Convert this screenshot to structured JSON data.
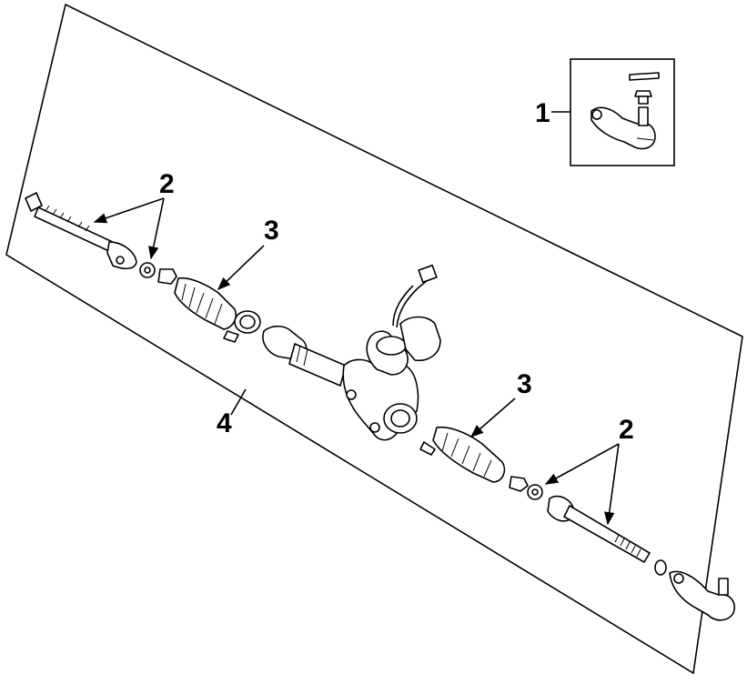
{
  "callouts": {
    "c1": "1",
    "c2_left": "2",
    "c3_left": "3",
    "c4": "4",
    "c3_right": "3",
    "c2_right": "2"
  },
  "colors": {
    "ink": "#000000",
    "paper": "#ffffff"
  }
}
